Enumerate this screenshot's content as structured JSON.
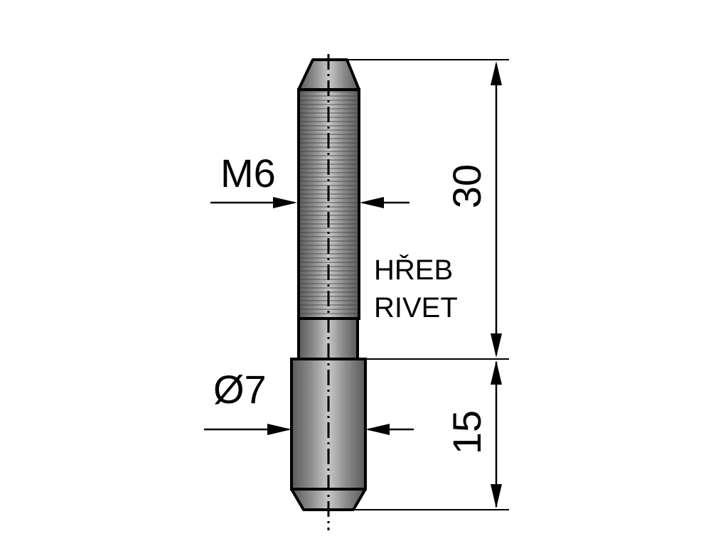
{
  "labels": {
    "thread_size": "M6",
    "shank_diameter": "Ø7",
    "length_total": "30",
    "length_shank": "15",
    "name_cs": "HŘEB",
    "name_en": "RIVET"
  },
  "colors": {
    "line": "#000000",
    "metal_dark": "#4a4a4a",
    "metal_light": "#c4c4c4",
    "background": "#ffffff"
  }
}
